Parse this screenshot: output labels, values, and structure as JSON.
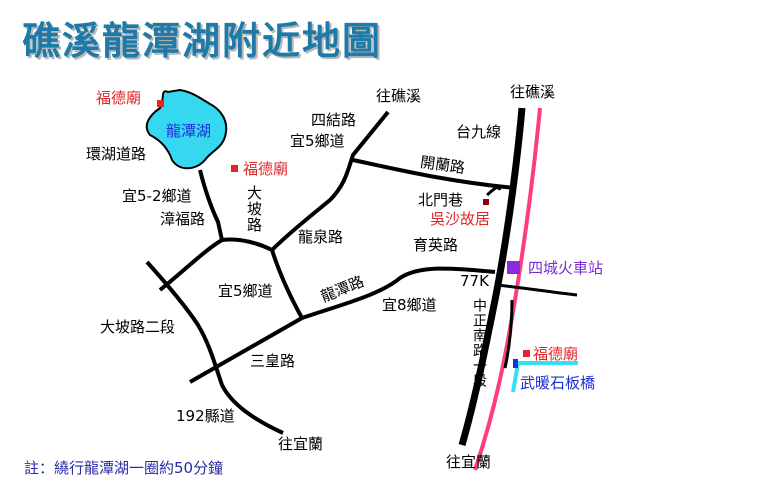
{
  "title": "礁溪龍潭湖附近地圖",
  "note": "註：繞行龍潭湖一圈約50分鐘",
  "lake": {
    "name": "龍潭湖",
    "color": "#35d8ef"
  },
  "colors": {
    "road": "#000000",
    "rail": "#ff3d7a",
    "temple": "#e0262b",
    "station": "#8a2be2",
    "stream": "#33e0f2"
  },
  "labels": {
    "temple_nw": "福德廟",
    "temple_lake": "福德廟",
    "temple_south": "福德廟",
    "ring_road": "環湖道路",
    "to_jiaoxi_1": "往礁溪",
    "to_jiaoxi_2": "往礁溪",
    "sijie_road": "四結路",
    "yi5_north": "宜5鄉道",
    "taijiu_line": "台九線",
    "kailan_road": "開蘭路",
    "beimen_lane": "北門巷",
    "wusha_house": "吳沙故居",
    "yi5_2": "宜5-2鄉道",
    "zhangfu_road": "漳福路",
    "dapo_road": "大坡路",
    "longquan_road": "龍泉路",
    "yuying_road": "育英路",
    "station": "四城火車站",
    "km_mark": "77K",
    "yi5_south": "宜5鄉道",
    "longtan_road": "龍潭路",
    "yi8": "宜8鄉道",
    "dapo_road_2": "大坡路二段",
    "zhongzheng_south": "中正南路一段",
    "sanhuang_road": "三皇路",
    "wunuan_bridge": "武暖石板橋",
    "county_192": "192縣道",
    "to_yilan_1": "往宜蘭",
    "to_yilan_2": "往宜蘭"
  }
}
